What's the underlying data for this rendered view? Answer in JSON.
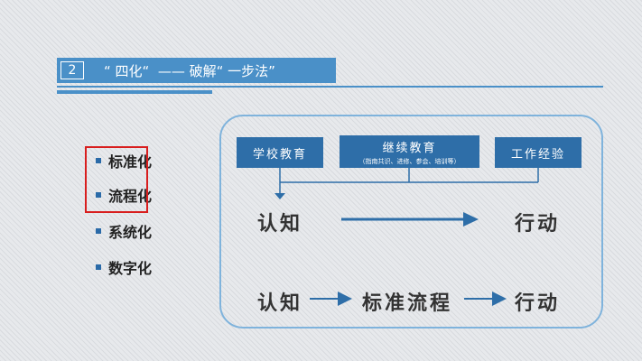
{
  "header": {
    "number": "2",
    "title": "“ 四化“  —— 破解“ 一步法”"
  },
  "left_list": {
    "items": [
      "标准化",
      "流程化",
      "系统化",
      "数字化"
    ]
  },
  "diagram": {
    "boxes": [
      {
        "label": "学校教育",
        "sub": ""
      },
      {
        "label": "继续教育",
        "sub": "（指南共识、进修、参会、培训等）"
      },
      {
        "label": "工作经验",
        "sub": ""
      }
    ],
    "row1": {
      "left": "认知",
      "right": "行动"
    },
    "row2": {
      "left": "认知",
      "middle": "标准流程",
      "right": "行动"
    }
  },
  "colors": {
    "accent": "#4a90c8",
    "box": "#2e6ea8",
    "highlight": "#d81e1e",
    "panel_border": "#7fb3dc"
  }
}
